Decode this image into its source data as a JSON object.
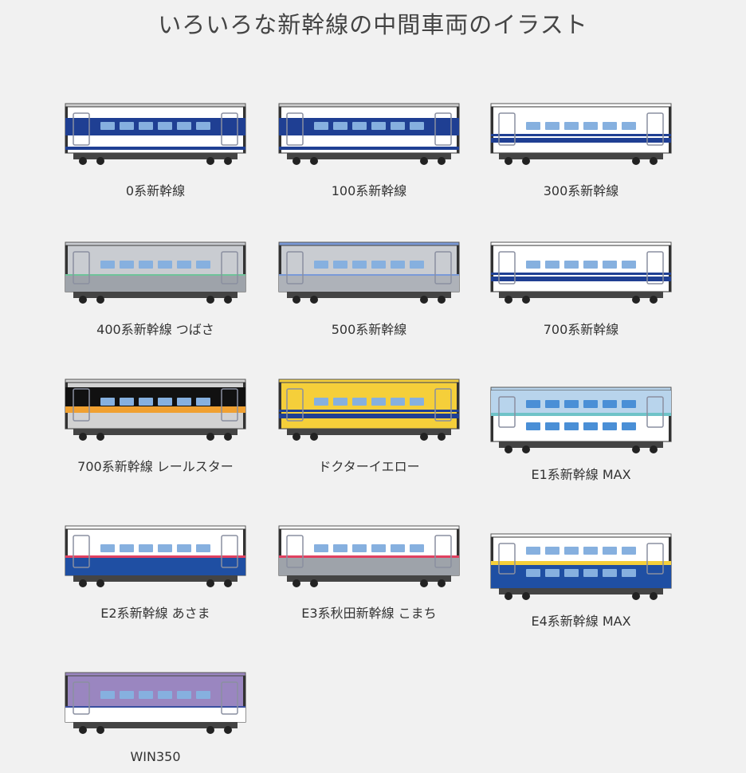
{
  "page": {
    "title": "いろいろな新幹線の中間車両のイラスト"
  },
  "trains": [
    {
      "label": "0系新幹線",
      "body": "#ffffff",
      "band": "#1f3f93",
      "band2": "",
      "lower": "#ffffff",
      "stripe": "#1f3f93",
      "window": "#86b0df",
      "roof": "#cfcfcf",
      "style": "band"
    },
    {
      "label": "100系新幹線",
      "body": "#ffffff",
      "band": "#1f3f93",
      "band2": "",
      "lower": "#ffffff",
      "stripe": "#1f3f93",
      "window": "#86b0df",
      "roof": "#cfcfcf",
      "style": "band"
    },
    {
      "label": "300系新幹線",
      "body": "#ffffff",
      "band": "#1f3f93",
      "band2": "",
      "lower": "#ffffff",
      "stripe": "#1f3f93",
      "window": "#86b0df",
      "roof": "#ffffff",
      "style": "stripe"
    },
    {
      "label": "400系新幹線 つばさ",
      "body": "#c9ccd1",
      "band": "#6fc39a",
      "band2": "",
      "lower": "#9ea3aa",
      "stripe": "#6fc39a",
      "window": "#86b0df",
      "roof": "#c9ccd1",
      "style": "grey"
    },
    {
      "label": "500系新幹線",
      "body": "#c9ccd1",
      "band": "#7a9ad8",
      "band2": "",
      "lower": "#aeb2b9",
      "stripe": "#7a9ad8",
      "window": "#86b0df",
      "roof": "#7a9ad8",
      "style": "grey"
    },
    {
      "label": "700系新幹線",
      "body": "#ffffff",
      "band": "#1f3f93",
      "band2": "",
      "lower": "#ffffff",
      "stripe": "#1f3f93",
      "window": "#86b0df",
      "roof": "#ffffff",
      "style": "stripe"
    },
    {
      "label": "700系新幹線 レールスター",
      "body": "#d2d2d2",
      "band": "#111111",
      "band2": "#f0a030",
      "lower": "#d2d2d2",
      "stripe": "#f0a030",
      "window": "#86b0df",
      "roof": "#d2d2d2",
      "style": "rail"
    },
    {
      "label": "ドクターイエロー",
      "body": "#f5cf3a",
      "band": "#1f3f93",
      "band2": "",
      "lower": "#f5cf3a",
      "stripe": "#1f3f93",
      "window": "#86b0df",
      "roof": "#f5cf3a",
      "style": "stripe"
    },
    {
      "label": "E1系新幹線 MAX",
      "body": "#ffffff",
      "band": "#b8d4ec",
      "band2": "#6fc3c8",
      "lower": "#ffffff",
      "stripe": "#6fc3c8",
      "window": "#4a8fd6",
      "roof": "#b8d4ec",
      "style": "double"
    },
    {
      "label": "E2系新幹線 あさま",
      "body": "#ffffff",
      "band": "#1f4fa3",
      "band2": "#e04060",
      "lower": "#1f4fa3",
      "stripe": "#e04060",
      "window": "#86b0df",
      "roof": "#ffffff",
      "style": "lowerband"
    },
    {
      "label": "E3系秋田新幹線 こまち",
      "body": "#ffffff",
      "band": "#9ea3aa",
      "band2": "#e04060",
      "lower": "#9ea3aa",
      "stripe": "#e04060",
      "window": "#86b0df",
      "roof": "#ffffff",
      "style": "lowerband"
    },
    {
      "label": "E4系新幹線 MAX",
      "body": "#ffffff",
      "band": "#1f4fa3",
      "band2": "#f5cf3a",
      "lower": "#1f4fa3",
      "stripe": "#f5cf3a",
      "window": "#86b0df",
      "roof": "#ffffff",
      "style": "doublelower"
    },
    {
      "label": "WIN350",
      "body": "#9a86c0",
      "band": "#ffffff",
      "band2": "#3a4fa0",
      "lower": "#ffffff",
      "stripe": "#3a4fa0",
      "window": "#86b0df",
      "roof": "#9a86c0",
      "style": "win"
    }
  ]
}
